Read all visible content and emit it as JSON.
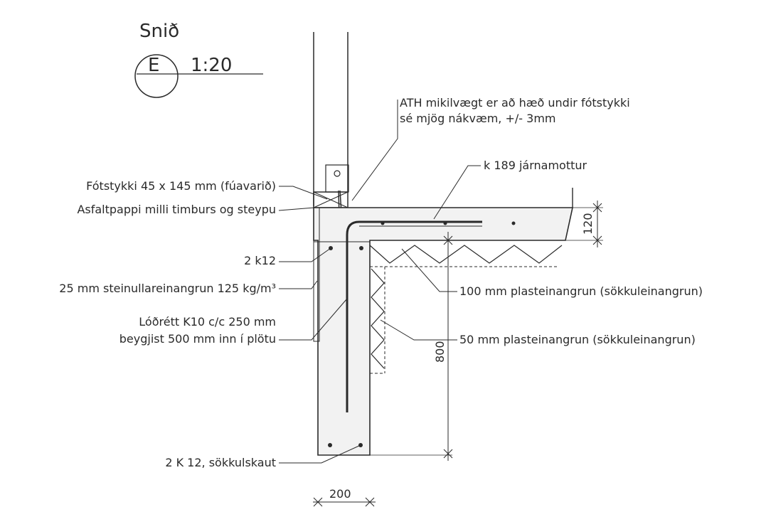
{
  "title": {
    "text": "Snið",
    "section_letter": "E",
    "scale": "1:20"
  },
  "note": {
    "line1": "ATH mikilvægt er að hæð undir fótstykki",
    "line2": "sé mjög nákvæm, +/- 3mm"
  },
  "labels": {
    "reinforcement_mesh": "k 189 járnamottur",
    "sill_plate": "Fótstykki 45 x 145 mm (fúavarið)",
    "asphalt_paper": "Asfaltpappi milli timburs og steypu",
    "top_bars": "2 k12",
    "mineral_wool": "25 mm steinullareinangrun 125 kg/m³",
    "vertical_bars_1": "Lóðrétt K10 c/c 250 mm",
    "vertical_bars_2": "beygjist 500 mm inn í plötu",
    "plastic_insulation_100": "100 mm plasteinangrun (sökkuleinangrun)",
    "plastic_insulation_50": "50 mm plasteinangrun (sökkuleinangrun)",
    "footing_bars": "2 K 12, sökkulskaut"
  },
  "dimensions": {
    "slab_thickness": "120",
    "foundation_height": "800",
    "foundation_width": "200"
  },
  "colors": {
    "ink": "#2a2a2a",
    "concrete": "#f2f2f2",
    "insulation": "#ffffff"
  }
}
